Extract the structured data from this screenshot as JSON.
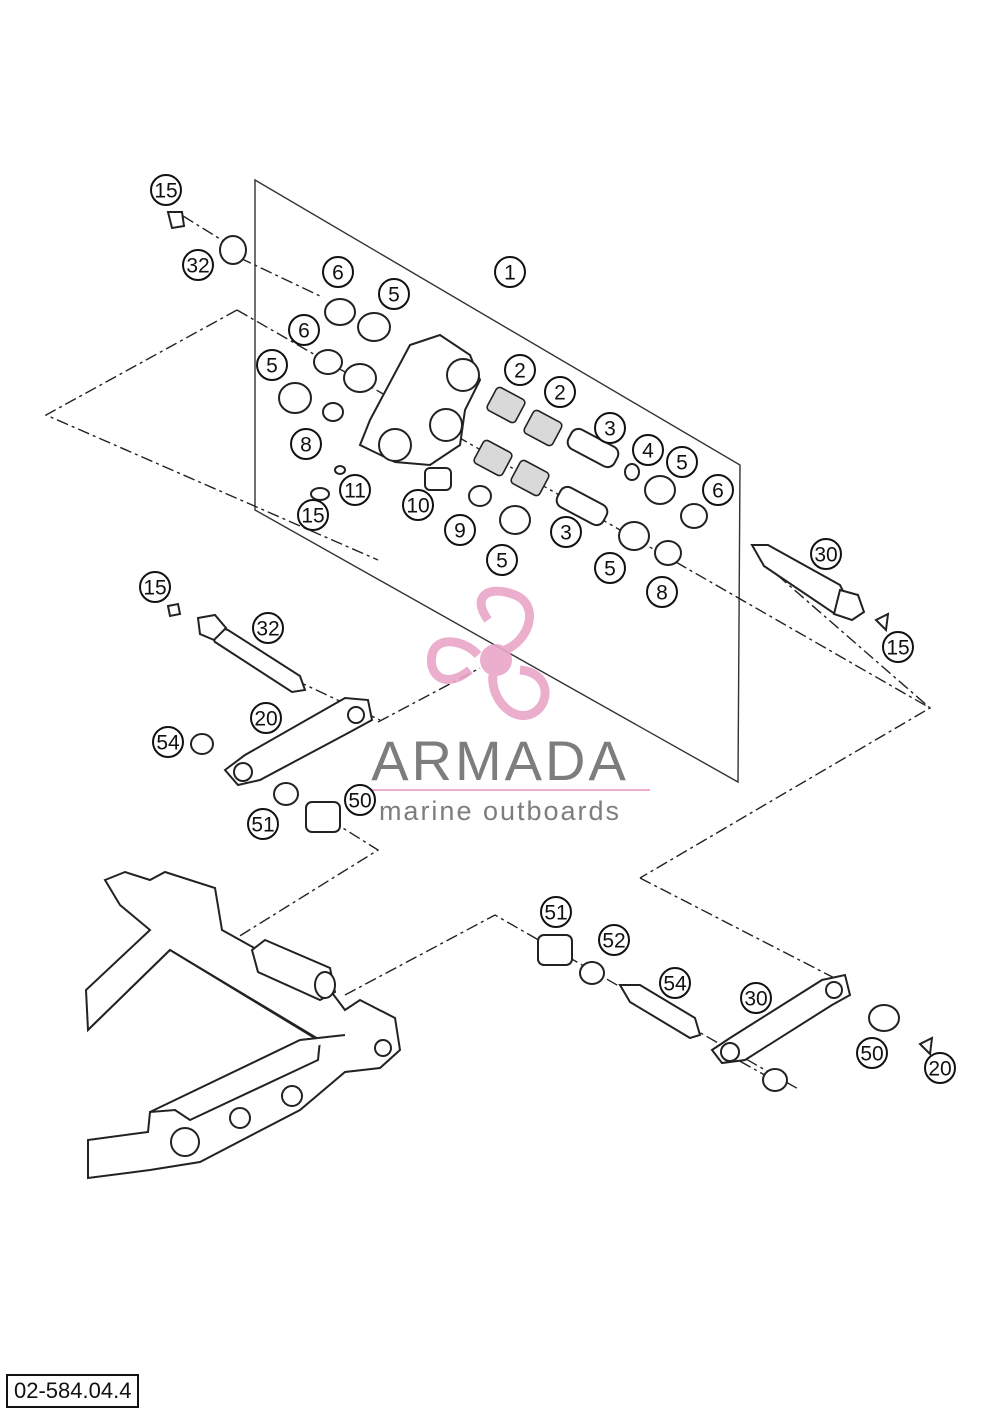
{
  "drawing_code": "02-584.04.4",
  "watermark": {
    "brand": "ARMADA",
    "tagline": "marine outboards",
    "logo_icon": "propeller-logo-icon",
    "brand_color": "#e9a6c8",
    "text_color": "#6f6f6f"
  },
  "callouts": [
    "1",
    "2",
    "2",
    "3",
    "3",
    "4",
    "5",
    "5",
    "5",
    "5",
    "5",
    "6",
    "6",
    "6",
    "8",
    "8",
    "9",
    "10",
    "11",
    "15",
    "15",
    "15",
    "15",
    "20",
    "20",
    "30",
    "30",
    "32",
    "32",
    "50",
    "50",
    "51",
    "51",
    "52",
    "54",
    "54"
  ]
}
